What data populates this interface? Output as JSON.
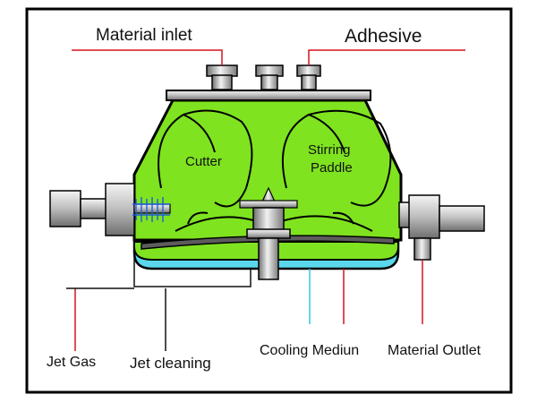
{
  "labels": {
    "material_inlet": "Material inlet",
    "adhesive": "Adhesive",
    "cutter": "Cutter",
    "stirring": "Stirring",
    "paddle": "Paddle",
    "jet_gas": "Jet Gas",
    "jet_cleaning": "Jet cleaning",
    "cooling_medium": "Cooling Mediun",
    "material_outlet": "Material Outlet"
  },
  "colors": {
    "vessel_fill": "#7fe320",
    "cooling_jacket": "#5ad7ec",
    "metal_light": "#d4d4d4",
    "metal_dark": "#7a7a7a",
    "leader_red": "#d6131d",
    "leader_black": "#111111",
    "leader_cyan": "#30c8e0",
    "border": "#000000"
  },
  "icons": [
    "material-inlet-nozzle-icon",
    "motor-shaft-icon",
    "cutter-blade-icon",
    "outlet-valve-icon"
  ]
}
